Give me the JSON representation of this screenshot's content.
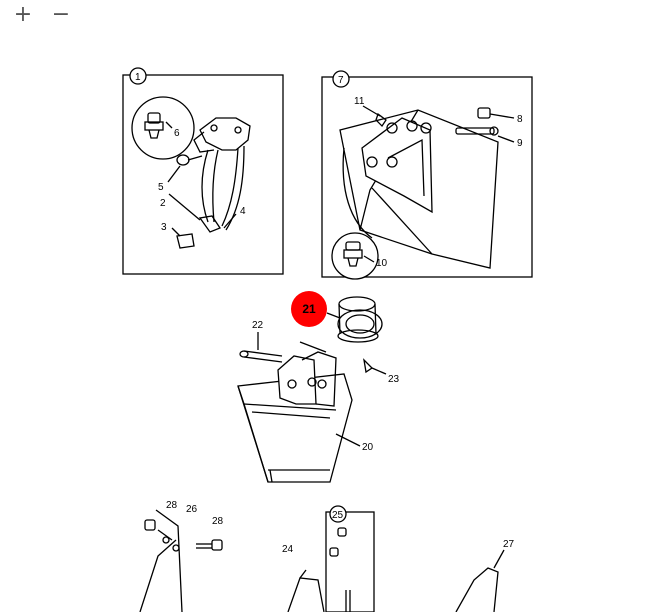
{
  "toolbar": {
    "zoom_in_label": "+",
    "zoom_out_label": "−",
    "zoom_in_icon": "plus-icon",
    "zoom_out_icon": "minus-icon"
  },
  "diagram": {
    "highlight_color": "#ff0000",
    "inset_1": {
      "badge": "1",
      "callouts": [
        "6",
        "5",
        "2",
        "3",
        "4"
      ]
    },
    "inset_7": {
      "badge": "7",
      "callouts": [
        "11",
        "8",
        "9",
        "10"
      ]
    },
    "main": {
      "hotspot": "21",
      "callouts": [
        "22",
        "23",
        "20"
      ]
    },
    "bottom": {
      "inset_badge": "25",
      "callouts": [
        "28",
        "26",
        "28",
        "24",
        "27"
      ]
    }
  }
}
